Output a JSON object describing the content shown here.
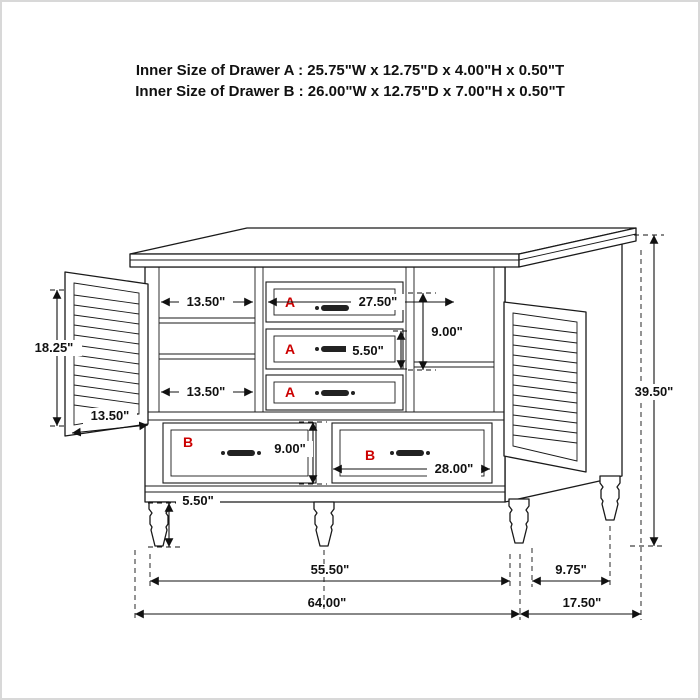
{
  "page": {
    "background": "#ffffff",
    "frame_color": "#d8d8d8"
  },
  "header": {
    "line1": "Inner Size of Drawer A : 25.75\"W x 12.75\"D x 4.00\"H x 0.50\"T",
    "line2": "Inner Size of Drawer B : 26.00\"W x 12.75\"D x 7.00\"H x 0.50\"T"
  },
  "diagram": {
    "kind": "furniture-dimension-line-drawing",
    "subject": "dresser with two open louvered doors, three A drawers and two B drawers",
    "ink_color": "#1a1a1a",
    "accent_red": "#cc0000",
    "labels": {
      "drawer_a": "A",
      "drawer_b": "B"
    },
    "dims": {
      "door_panel_height": "18.25\"",
      "compartment_width_top": "13.50\"",
      "compartment_width_middle": "13.50\"",
      "door_width": "13.50\"",
      "drawer_a_width": "27.50\"",
      "drawer_a_section_height": "9.00\"",
      "drawer_a_front_height": "5.50\"",
      "drawer_b_front_height": "9.00\"",
      "drawer_b_width": "28.00\"",
      "leg_height": "5.50\"",
      "overall_height": "39.50\"",
      "front_leg_span": "55.50\"",
      "top_depth_offset": "9.75\"",
      "overall_width": "64.00\"",
      "overall_depth": "17.50\""
    }
  }
}
